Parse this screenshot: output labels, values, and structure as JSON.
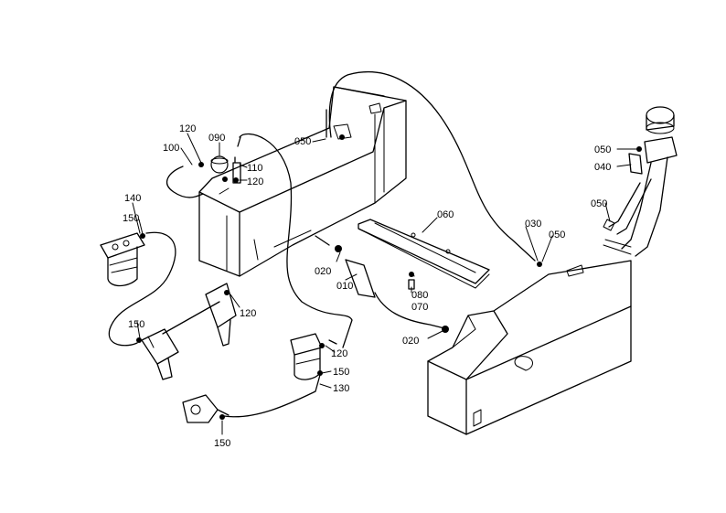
{
  "callouts": [
    {
      "id": "c010",
      "text": "010"
    },
    {
      "id": "c020a",
      "text": "020"
    },
    {
      "id": "c020b",
      "text": "020"
    },
    {
      "id": "c030",
      "text": "030"
    },
    {
      "id": "c040",
      "text": "040"
    },
    {
      "id": "c050a",
      "text": "050"
    },
    {
      "id": "c050b",
      "text": "050"
    },
    {
      "id": "c050c",
      "text": "050"
    },
    {
      "id": "c050d",
      "text": "050"
    },
    {
      "id": "c060",
      "text": "060"
    },
    {
      "id": "c070",
      "text": "070"
    },
    {
      "id": "c080",
      "text": "080"
    },
    {
      "id": "c090",
      "text": "090"
    },
    {
      "id": "c100",
      "text": "100"
    },
    {
      "id": "c110",
      "text": "110"
    },
    {
      "id": "c120a",
      "text": "120"
    },
    {
      "id": "c120b",
      "text": "120"
    },
    {
      "id": "c120c",
      "text": "120"
    },
    {
      "id": "c120d",
      "text": "120"
    },
    {
      "id": "c130",
      "text": "130"
    },
    {
      "id": "c140",
      "text": "140"
    },
    {
      "id": "c150a",
      "text": "150"
    },
    {
      "id": "c150b",
      "text": "150"
    },
    {
      "id": "c150c",
      "text": "150"
    },
    {
      "id": "c150d",
      "text": "150"
    }
  ]
}
